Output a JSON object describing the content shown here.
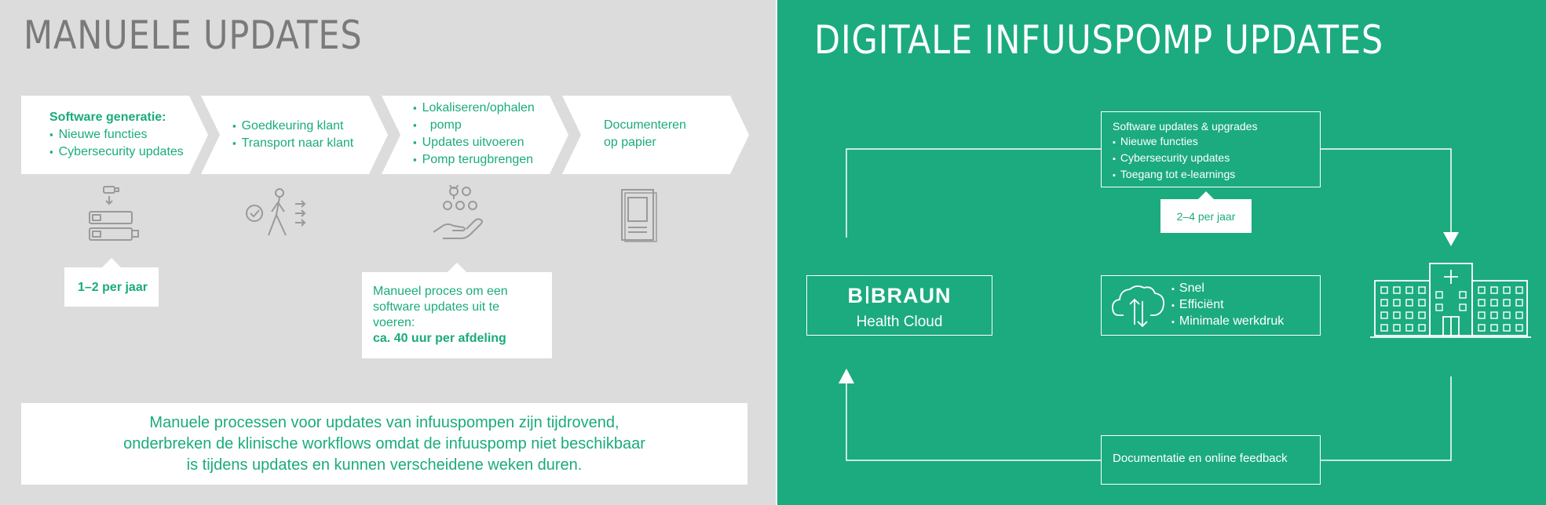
{
  "left": {
    "title": "MANUELE UPDATES",
    "steps": [
      {
        "heading": "Software generatie:",
        "bullets": [
          "Nieuwe functies",
          "Cybersecurity updates"
        ]
      },
      {
        "heading": "",
        "bullets": [
          "Goedkeuring klant",
          "Transport naar klant"
        ]
      },
      {
        "heading": "",
        "bullets": [
          "Lokaliseren/ophalen",
          "pomp",
          "Updates uitvoeren",
          "Pomp terugbrengen"
        ]
      },
      {
        "heading": "",
        "lines": [
          "Documenteren",
          "op papier"
        ]
      }
    ],
    "icons": [
      "usb-update-icon",
      "walking-delivery-icon",
      "hand-locations-icon",
      "paper-document-icon"
    ],
    "callout_frequency": "1–2 per jaar",
    "callout_process": {
      "lines": [
        "Manueel proces om een",
        "software updates uit te",
        "voeren:"
      ],
      "bold": "ca. 40 uur per afdeling"
    },
    "summary": [
      "Manuele processen voor updates van infuuspompen zijn tijdrovend,",
      "onderbreken de klinische workflows omdat de infuuspomp niet beschikbaar",
      "is tijdens updates en kunnen verscheidene weken duren."
    ]
  },
  "right": {
    "title": "DIGITALE INFUUSPOMP UPDATES",
    "updates_box": {
      "heading": "Software updates & upgrades",
      "bullets": [
        "Nieuwe functies",
        "Cybersecurity updates",
        "Toegang tot e-learnings"
      ]
    },
    "frequency": "2–4 per jaar",
    "logo": {
      "left": "B",
      "right": "BRAUN",
      "sub": "Health Cloud"
    },
    "benefits": [
      "Snel",
      "Efficiënt",
      "Minimale werkdruk"
    ],
    "feedback": "Documentatie en online feedback",
    "icons": [
      "cloud-sync-icon",
      "hospital-icon"
    ]
  },
  "colors": {
    "left_bg": "#dcdcdc",
    "right_bg": "#1bab7e",
    "accent": "#1aab7d",
    "grey_text": "#7a7a7a",
    "icon_grey": "#9a9a9a"
  }
}
